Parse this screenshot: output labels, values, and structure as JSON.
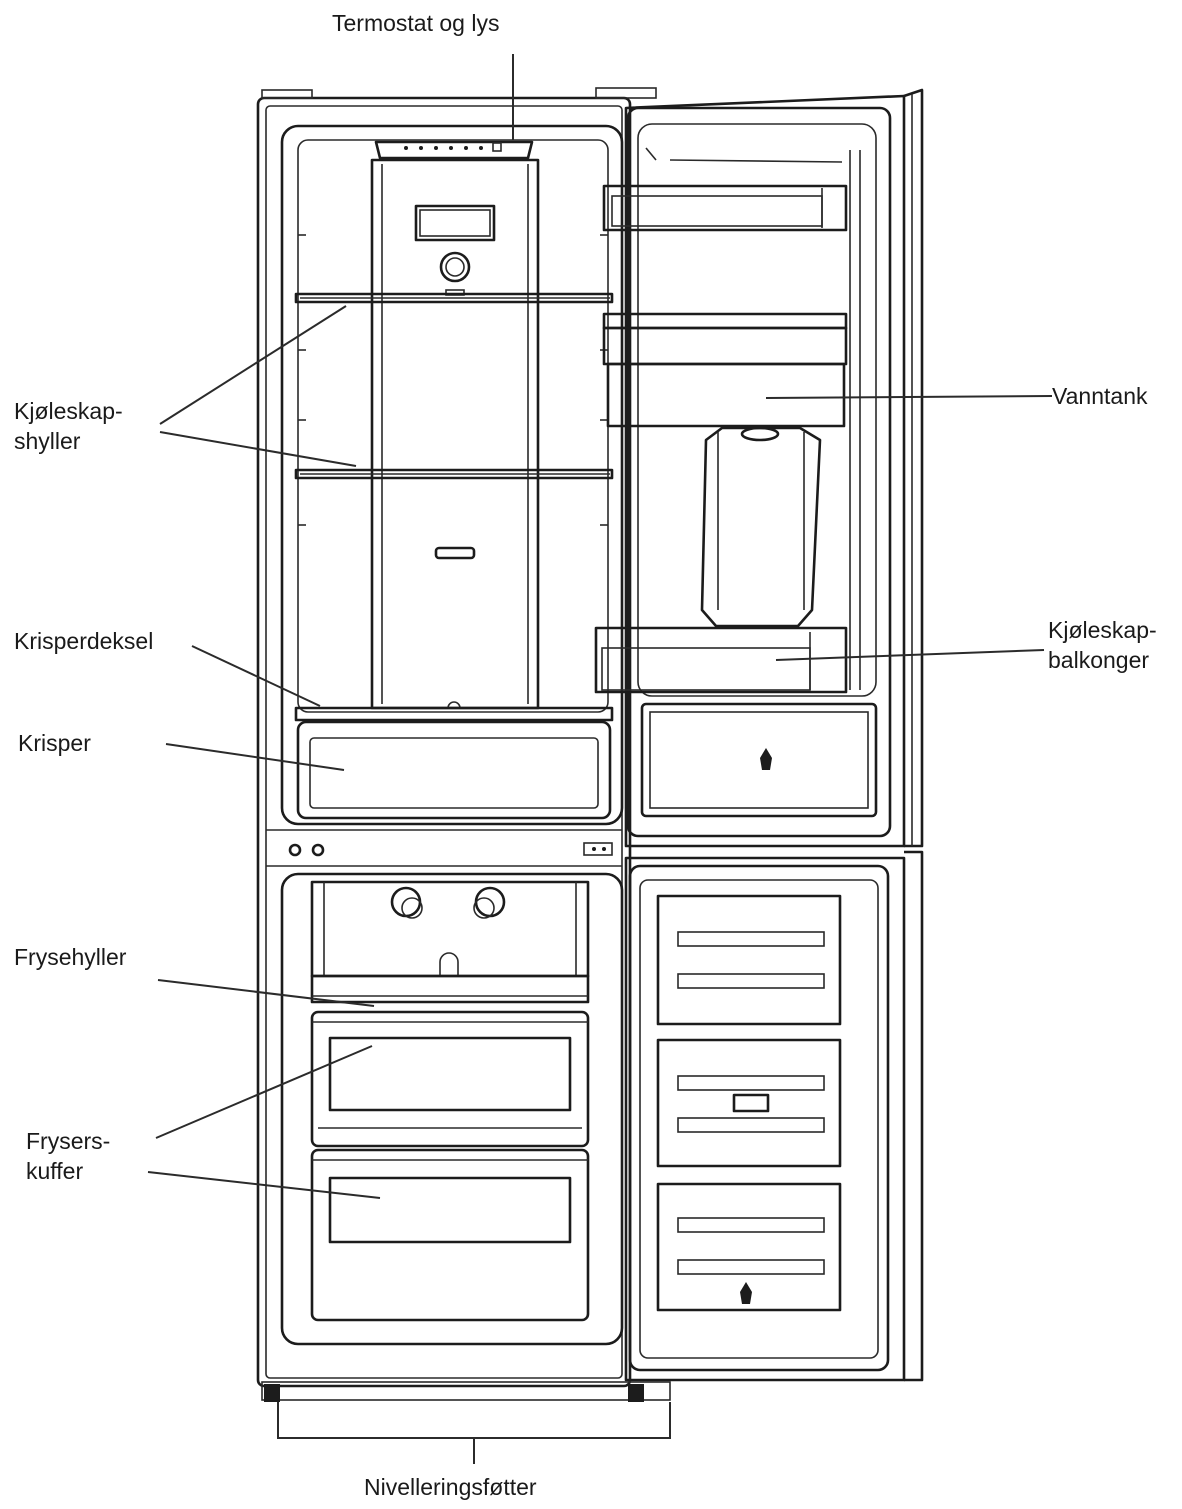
{
  "labels": {
    "thermostat": "Termostat og lys",
    "fridge_shelves": [
      "Kjøleskap-",
      "shyller"
    ],
    "water_tank": "Vanntank",
    "crisper_cover": "Krisperdeksel",
    "door_balconies": [
      "Kjøleskap-",
      "balkonger"
    ],
    "crisper": "Krisper",
    "freezer_shelves": "Frysehyller",
    "freezer_drawers": [
      "Frysers-",
      "kuffer"
    ],
    "leveling_feet": "Nivelleringsføtter"
  }
}
